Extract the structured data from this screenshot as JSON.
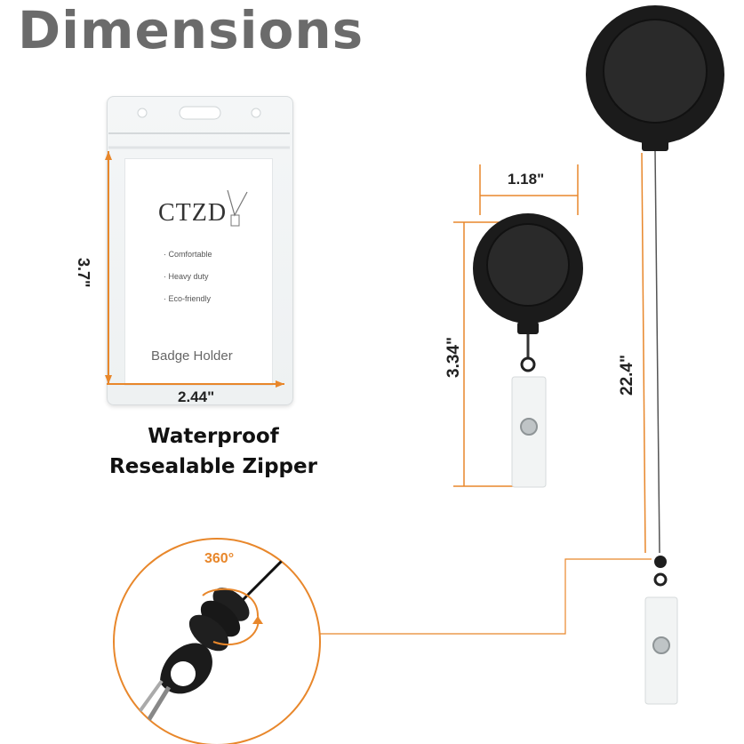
{
  "title": "Dimensions",
  "badge_holder": {
    "brand": "CTZD",
    "features": [
      "· Comfortable",
      "· Heavy duty",
      "· Eco-friendly"
    ],
    "card_label": "Badge Holder",
    "height_label": "3.7\"",
    "width_label": "2.44\"",
    "caption_line1": "Waterproof",
    "caption_line2": "Resealable Zipper"
  },
  "reel_small": {
    "diameter_label": "1.18\"",
    "height_label": "3.34\""
  },
  "reel_large": {
    "cord_length_label": "22.4\""
  },
  "swivel": {
    "rotation_label": "360°"
  },
  "colors": {
    "accent": "#e8872b",
    "reel": "#1e1e1e",
    "title": "#6b6b6b"
  }
}
